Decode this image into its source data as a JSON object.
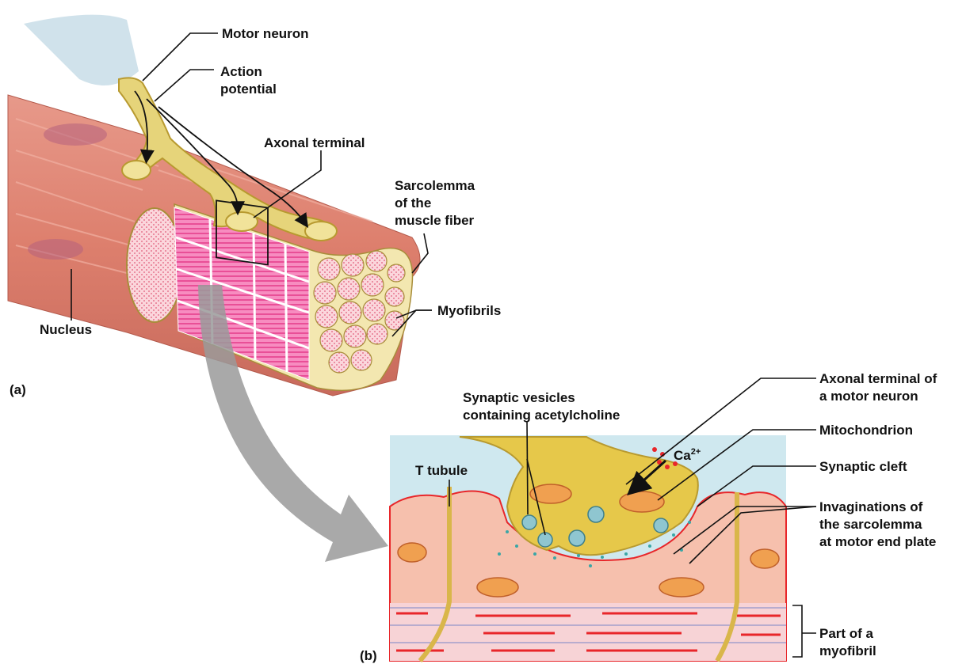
{
  "panel_a": {
    "tag": "(a)",
    "labels": {
      "motor_neuron": "Motor neuron",
      "action_potential": [
        "Action",
        "potential"
      ],
      "axonal_terminal": "Axonal terminal",
      "sarcolemma": [
        "Sarcolemma",
        "of the",
        "muscle fiber"
      ],
      "myofibrils": "Myofibrils",
      "nucleus": "Nucleus"
    }
  },
  "panel_b": {
    "tag": "(b)",
    "labels": {
      "synaptic_vesicles": [
        "Synaptic vesicles",
        "containing acetylcholine"
      ],
      "t_tubule": "T tubule",
      "calcium": "Ca",
      "calcium_charge": "2+",
      "axonal_terminal_motor": [
        "Axonal terminal of",
        "a motor neuron"
      ],
      "mitochondrion": "Mitochondrion",
      "synaptic_cleft": "Synaptic cleft",
      "invaginations": [
        "Invaginations of",
        "the sarcolemma",
        "at motor end plate"
      ],
      "myofibril_part": [
        "Part of a",
        "myofibril"
      ]
    }
  },
  "colors": {
    "muscle": "#e58a78",
    "muscle_light": "#f2b3a3",
    "myofibril_pink": "#f06aa8",
    "nerve": "#e6d47a",
    "nerve_dark": "#b89a30",
    "sarcolemma_edge": "#f3e7b0",
    "synapse_bg": "#cfe8ef",
    "membrane_red": "#e8262a",
    "arrow_gray": "#9a9a9a",
    "mito_orange": "#f0a050",
    "vesicle": "#8fc6d0"
  }
}
